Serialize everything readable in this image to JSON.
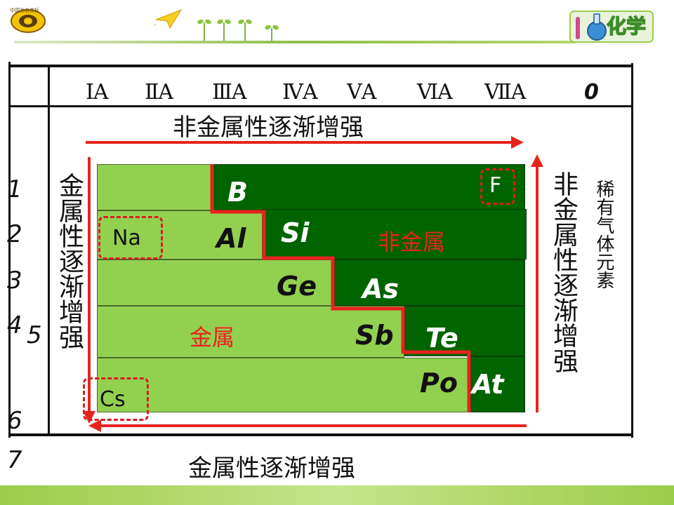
{
  "header": {
    "logo_text": "中国驰名商标",
    "subject_badge": "化学"
  },
  "table": {
    "groups": [
      "ⅠA",
      "ⅡA",
      "ⅢA",
      "ⅣA",
      "ⅤA",
      "ⅥA",
      "ⅦA",
      "0"
    ],
    "periods": [
      "1",
      "2",
      "3",
      "4",
      "5",
      "6",
      "7"
    ],
    "top_trend": "非金属性逐渐增强",
    "bottom_trend": "金属性逐渐增强",
    "left_trend": "金属性逐渐增强",
    "right_trend": "非金属性逐渐增强",
    "noble_gas_label": "稀有气体元素"
  },
  "elements": {
    "B": "B",
    "Al": "Al",
    "Si": "Si",
    "Ge": "Ge",
    "As": "As",
    "Sb": "Sb",
    "Te": "Te",
    "Po": "Po",
    "At": "At",
    "F": "F",
    "Na": "Na",
    "Cs": "Cs"
  },
  "regions": {
    "nonmetal": "非金属",
    "metal": "金属"
  },
  "colors": {
    "metal_fill": "#92d050",
    "nonmetal_fill": "#006400",
    "boundary": "#e8231e",
    "arrow": "#e8231e"
  }
}
